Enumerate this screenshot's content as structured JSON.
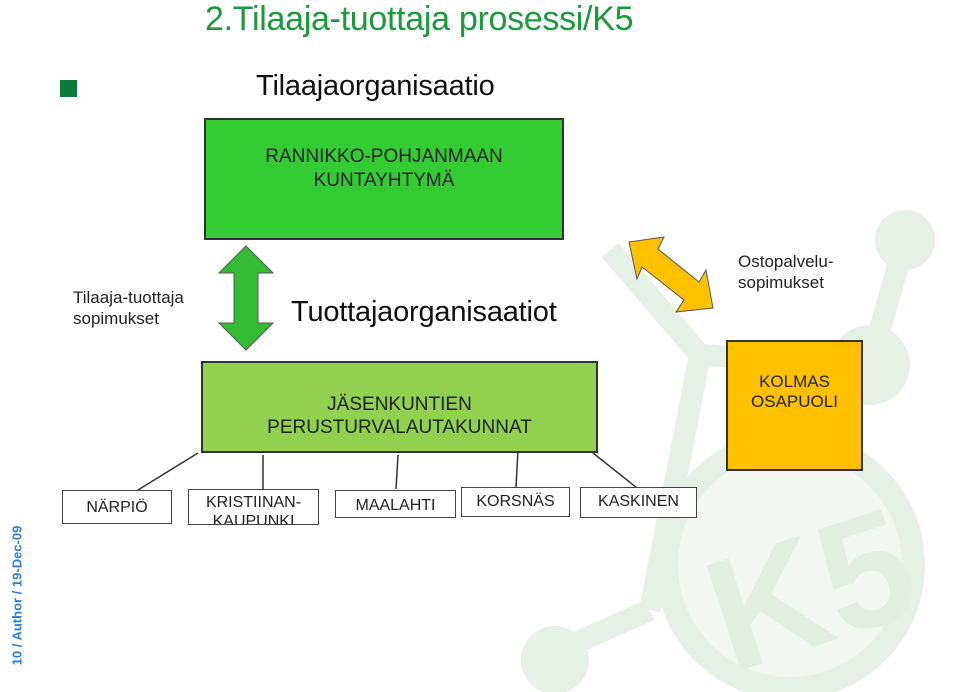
{
  "title": "2.Tilaaja-tuottaja prosessi/K5",
  "subtitle": "Tilaajaorganisaatio",
  "top_box": {
    "line1": "RANNIKKO-POHJANMAAN",
    "line2": "KUNTAYHTYMÄ"
  },
  "left_label": {
    "line1": "Tilaaja-tuottaja",
    "line2": "sopimukset"
  },
  "producer_heading": "Tuottajaorganisaatiot",
  "right_label": {
    "line1": "Ostopalvelu-",
    "line2": "sopimukset"
  },
  "middle_box": {
    "line1": "JÄSENKUNTIEN",
    "line2": "PERUSTURVALAUTAKUNNAT"
  },
  "third_party_box": {
    "line1": "KOLMAS",
    "line2": "OSAPUOLI"
  },
  "municipalities": [
    {
      "line1": "NÄRPIÖ",
      "line2": ""
    },
    {
      "line1": "KRISTIINAN-",
      "line2": "KAUPUNKI"
    },
    {
      "line1": "MAALAHTI",
      "line2": ""
    },
    {
      "line1": "KORSNÄS",
      "line2": ""
    },
    {
      "line1": "KASKINEN",
      "line2": ""
    }
  ],
  "footer": "10 / Author / 19-Dec-09",
  "watermark_text": "K5",
  "colors": {
    "title": "#1a9a3c",
    "top_box": "#33cc33",
    "middle_box": "#92d050",
    "third_party": "#ffc000",
    "arrow_green": "#33bb33",
    "arrow_orange": "#ffc000",
    "footer": "#2a7fd4",
    "watermark": "#e8f2e8"
  },
  "icons": [
    "square-bullet-icon",
    "double-arrow-vertical-icon",
    "double-arrow-diagonal-icon",
    "k5-watermark-logo"
  ]
}
